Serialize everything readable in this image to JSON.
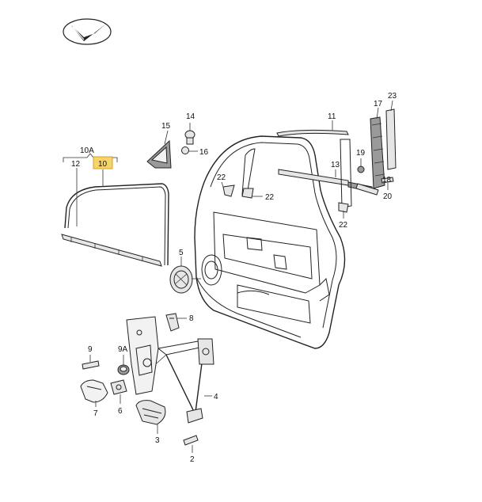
{
  "diagram": {
    "logo_icon": "checkmark-arrow-logo-icon",
    "highlight_color": "#f6d36b",
    "line_color": "#222222",
    "part_labels": {
      "p10A": "10A",
      "p10": "10",
      "p12": "12",
      "p14": "14",
      "p15": "15",
      "p16": "16",
      "p11": "11",
      "p17": "17",
      "p23": "23",
      "p19": "19",
      "p13": "13",
      "p18": "18",
      "p20": "20",
      "p22a": "22",
      "p22b": "22",
      "p22c": "22",
      "p5": "5",
      "p8": "8",
      "p9": "9",
      "p9A": "9A",
      "p7": "7",
      "p6": "6",
      "p3": "3",
      "p4": "4",
      "p2": "2"
    }
  }
}
